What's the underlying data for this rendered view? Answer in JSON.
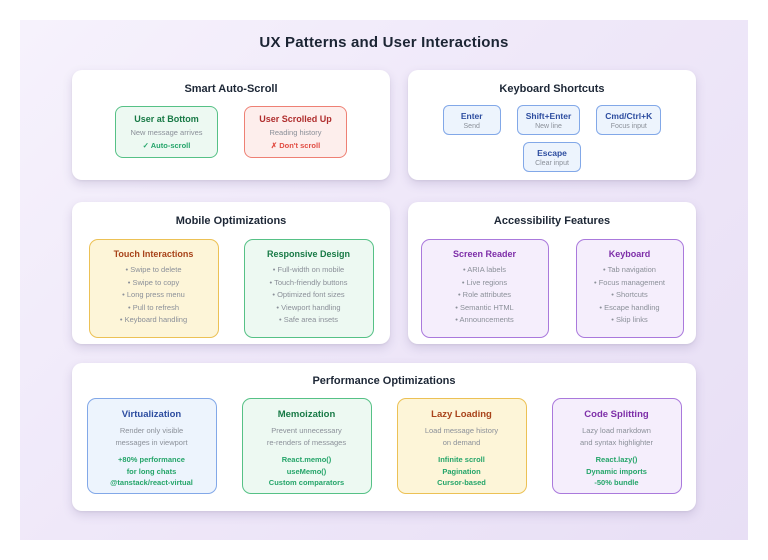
{
  "page": {
    "title": "UX Patterns and User Interactions"
  },
  "colors": {
    "background_gradient_start": "#f6f2fc",
    "background_gradient_end": "#e8dff5",
    "panel_background": "#ffffff",
    "green_border": "#56c186",
    "green_bg": "#edf9f2",
    "green_title": "#187a46",
    "red_border": "#ee8074",
    "red_bg": "#fdeeec",
    "red_title": "#b02e2e",
    "blue_border": "#82a8e8",
    "blue_bg": "#edf4fd",
    "blue_title": "#2d4da0",
    "yellow_border": "#ecc155",
    "yellow_bg": "#fdf5d8",
    "yellow_title": "#a8431a",
    "purple_border": "#aa79dc",
    "purple_bg": "#f5eefc",
    "purple_title": "#7d2ea8",
    "accent_green_text": "#25a56a",
    "accent_red_text": "#e14d43",
    "body_gray_text": "#8b9099"
  },
  "panels": {
    "smart": {
      "title": "Smart Auto-Scroll",
      "cards": [
        {
          "title": "User at Bottom",
          "line1": "New message arrives",
          "line2": "✓ Auto-scroll"
        },
        {
          "title": "User Scrolled Up",
          "line1": "Reading history",
          "line2": "✗ Don't scroll"
        }
      ]
    },
    "keyboard": {
      "title": "Keyboard Shortcuts",
      "keys": [
        {
          "key": "Enter",
          "action": "Send"
        },
        {
          "key": "Shift+Enter",
          "action": "New line"
        },
        {
          "key": "Cmd/Ctrl+K",
          "action": "Focus input"
        },
        {
          "key": "Escape",
          "action": "Clear input"
        }
      ]
    },
    "mobile": {
      "title": "Mobile Optimizations",
      "cards": [
        {
          "title": "Touch Interactions",
          "items": [
            "Swipe to delete",
            "Swipe to copy",
            "Long press menu",
            "Pull to refresh",
            "Keyboard handling"
          ]
        },
        {
          "title": "Responsive Design",
          "items": [
            "Full-width on mobile",
            "Touch-friendly buttons",
            "Optimized font sizes",
            "Viewport handling",
            "Safe area insets"
          ]
        }
      ]
    },
    "accessibility": {
      "title": "Accessibility Features",
      "cards": [
        {
          "title": "Screen Reader",
          "items": [
            "ARIA labels",
            "Live regions",
            "Role attributes",
            "Semantic HTML",
            "Announcements"
          ]
        },
        {
          "title": "Keyboard",
          "items": [
            "Tab navigation",
            "Focus management",
            "Shortcuts",
            "Escape handling",
            "Skip links"
          ]
        }
      ]
    },
    "performance": {
      "title": "Performance Optimizations",
      "cards": [
        {
          "title": "Virtualization",
          "desc": [
            "Render only visible",
            "messages in viewport"
          ],
          "highlights": [
            "+80% performance",
            "for long chats",
            "@tanstack/react-virtual"
          ]
        },
        {
          "title": "Memoization",
          "desc": [
            "Prevent unnecessary",
            "re-renders of messages"
          ],
          "highlights": [
            "React.memo()",
            "useMemo()",
            "Custom comparators"
          ]
        },
        {
          "title": "Lazy Loading",
          "desc": [
            "Load message history",
            "on demand"
          ],
          "highlights": [
            "Infinite scroll",
            "Pagination",
            "Cursor-based"
          ]
        },
        {
          "title": "Code Splitting",
          "desc": [
            "Lazy load markdown",
            "and syntax highlighter"
          ],
          "highlights": [
            "React.lazy()",
            "Dynamic imports",
            "-50% bundle"
          ]
        }
      ]
    }
  }
}
